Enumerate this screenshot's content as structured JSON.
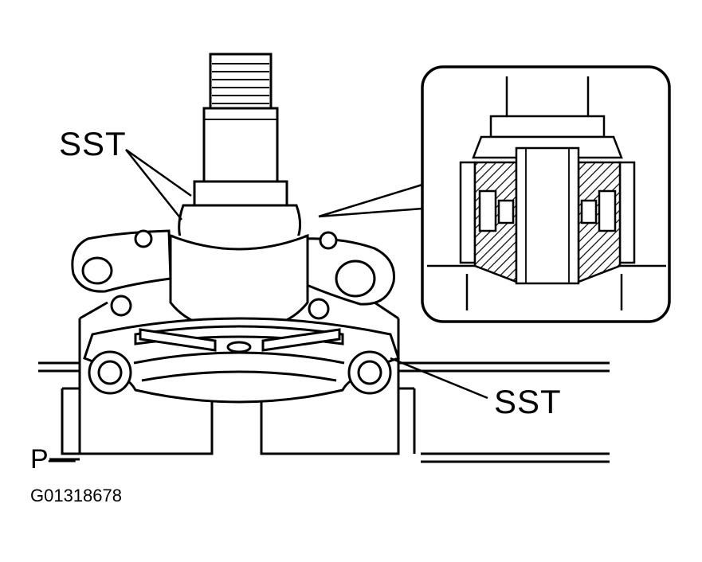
{
  "labels": {
    "sst_top": "SST",
    "sst_bottom": "SST",
    "p_marker": "P",
    "figure_code": "G01318678"
  },
  "colors": {
    "ink": "#000000",
    "paper": "#ffffff"
  }
}
